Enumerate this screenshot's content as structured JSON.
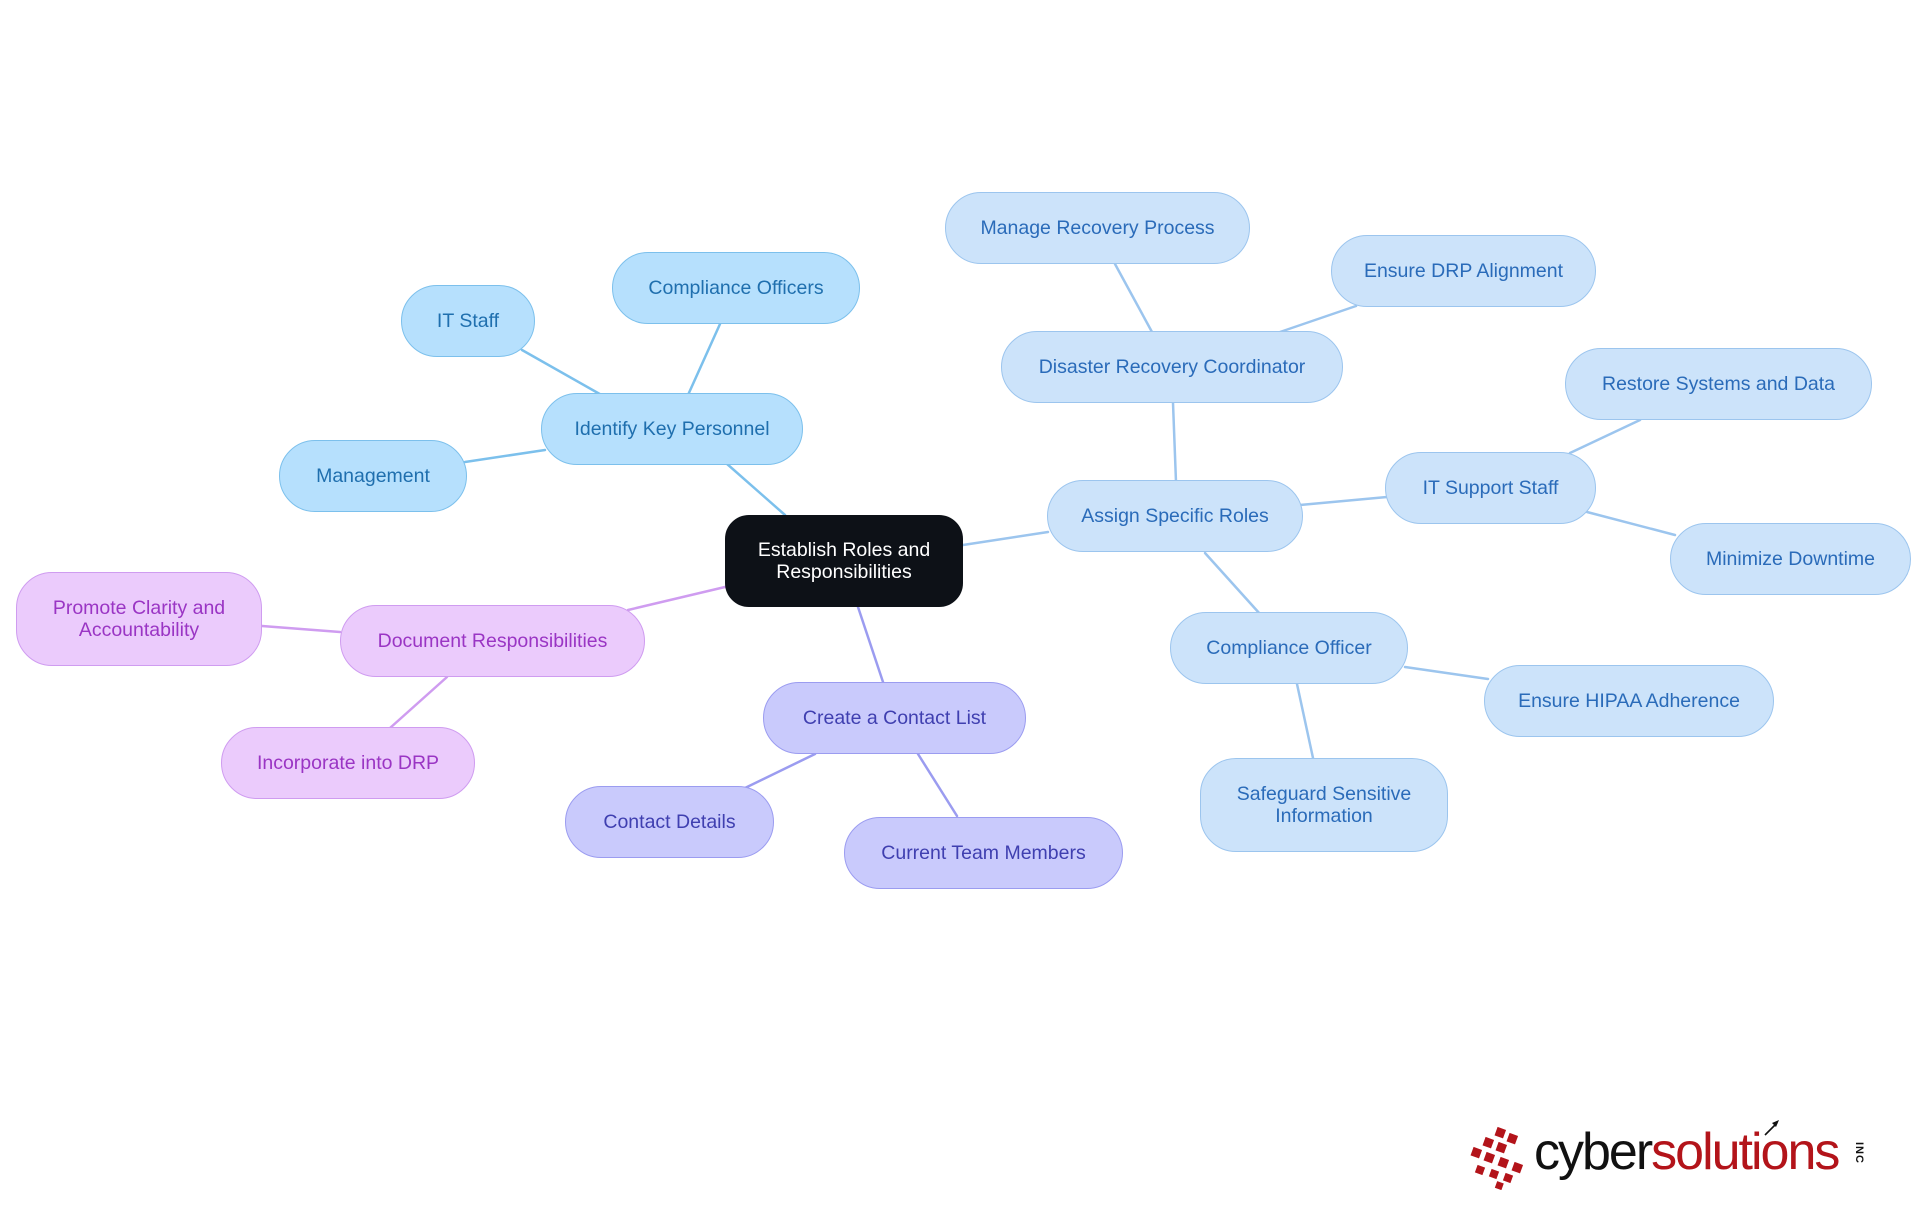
{
  "diagram": {
    "root": {
      "label": "Establish Roles and Responsibilities"
    },
    "branches": [
      {
        "label": "Identify Key Personnel",
        "color": "#b6e0fd",
        "children": [
          "IT Staff",
          "Compliance Officers",
          "Management"
        ]
      },
      {
        "label": "Assign Specific Roles",
        "color": "#cce3fa",
        "children": [
          {
            "label": "Disaster Recovery Coordinator",
            "children": [
              "Manage Recovery Process",
              "Ensure DRP Alignment"
            ]
          },
          {
            "label": "IT Support Staff",
            "children": [
              "Restore Systems and Data",
              "Minimize Downtime"
            ]
          },
          {
            "label": "Compliance Officer",
            "children": [
              "Ensure HIPAA Adherence",
              "Safeguard Sensitive Information"
            ]
          }
        ]
      },
      {
        "label": "Create a Contact List",
        "color": "#c9cafc",
        "children": [
          "Contact Details",
          "Current Team Members"
        ]
      },
      {
        "label": "Document Responsibilities",
        "color": "#ebcbfc",
        "children": [
          "Promote Clarity and Accountability",
          "Incorporate into DRP"
        ]
      }
    ]
  },
  "logo": {
    "word1": "cyber",
    "word2": "solutions",
    "suffix": "INC",
    "colors": {
      "dark": "#111111",
      "brand": "#b3141a"
    }
  },
  "colors": {
    "root_bg": "#0d1117",
    "edge_cyan": "#7cc0ec",
    "edge_blue": "#9cc5ee",
    "edge_indigo": "#9b9cf0",
    "edge_violet": "#cf9cf0"
  }
}
